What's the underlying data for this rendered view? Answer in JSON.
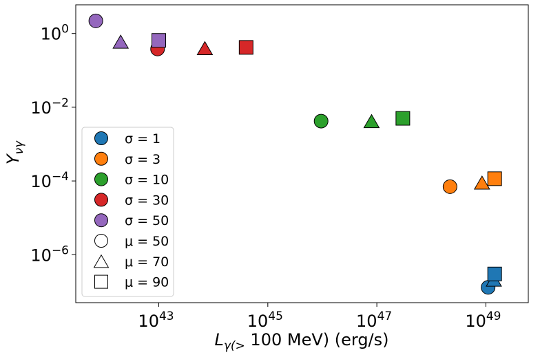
{
  "chart_data": {
    "type": "scatter",
    "xlabel": "L_γ(> 100 MeV) (erg/s)",
    "ylabel": "Y_νγ",
    "xscale": "log",
    "yscale": "log",
    "xlim": [
      3e+41,
      6e+49
    ],
    "ylim": [
      5e-08,
      6
    ],
    "x_ticks": [
      {
        "value": 1e+43,
        "base": "10",
        "exp": "43"
      },
      {
        "value": 1e+45,
        "base": "10",
        "exp": "45"
      },
      {
        "value": 1e+47,
        "base": "10",
        "exp": "47"
      },
      {
        "value": 1e+49,
        "base": "10",
        "exp": "49"
      }
    ],
    "y_ticks": [
      {
        "value": 1,
        "base": "10",
        "exp": "0"
      },
      {
        "value": 0.01,
        "base": "10",
        "exp": "−2"
      },
      {
        "value": 0.0001,
        "base": "10",
        "exp": "−4"
      },
      {
        "value": 1e-06,
        "base": "10",
        "exp": "−6"
      }
    ],
    "grid": false,
    "legend_position": "center-left",
    "sigma_colors": {
      "1": "#1f77b4",
      "3": "#ff7f0e",
      "10": "#2ca02c",
      "30": "#d62728",
      "50": "#9467bd"
    },
    "mu_markers": {
      "50": "circle",
      "70": "triangle",
      "90": "square"
    },
    "points": [
      {
        "sigma": 1,
        "mu": 50,
        "x": 1.1e+49,
        "y": 1.3e-07
      },
      {
        "sigma": 1,
        "mu": 70,
        "x": 1.4e+49,
        "y": 2.1e-07
      },
      {
        "sigma": 1,
        "mu": 90,
        "x": 1.45e+49,
        "y": 3e-07
      },
      {
        "sigma": 3,
        "mu": 50,
        "x": 2.2e+48,
        "y": 7e-05
      },
      {
        "sigma": 3,
        "mu": 70,
        "x": 8.5e+48,
        "y": 9e-05
      },
      {
        "sigma": 3,
        "mu": 90,
        "x": 1.45e+49,
        "y": 0.000115
      },
      {
        "sigma": 10,
        "mu": 50,
        "x": 9.5e+45,
        "y": 0.0042
      },
      {
        "sigma": 10,
        "mu": 70,
        "x": 8e+46,
        "y": 0.0042
      },
      {
        "sigma": 10,
        "mu": 90,
        "x": 3e+47,
        "y": 0.005
      },
      {
        "sigma": 30,
        "mu": 50,
        "x": 9.5e+42,
        "y": 0.38
      },
      {
        "sigma": 30,
        "mu": 70,
        "x": 7e+43,
        "y": 0.4
      },
      {
        "sigma": 30,
        "mu": 90,
        "x": 4e+44,
        "y": 0.42
      },
      {
        "sigma": 50,
        "mu": 50,
        "x": 7e+41,
        "y": 2.2
      },
      {
        "sigma": 50,
        "mu": 70,
        "x": 2e+42,
        "y": 0.6
      },
      {
        "sigma": 50,
        "mu": 90,
        "x": 1e+43,
        "y": 0.65
      }
    ],
    "legend": [
      {
        "label": "σ = 1",
        "marker": "circle",
        "color": "#1f77b4"
      },
      {
        "label": "σ = 3",
        "marker": "circle",
        "color": "#ff7f0e"
      },
      {
        "label": "σ = 10",
        "marker": "circle",
        "color": "#2ca02c"
      },
      {
        "label": "σ = 30",
        "marker": "circle",
        "color": "#d62728"
      },
      {
        "label": "σ = 50",
        "marker": "circle",
        "color": "#9467bd"
      },
      {
        "label": "μ = 50",
        "marker": "circle",
        "color": "#ffffff"
      },
      {
        "label": "μ = 70",
        "marker": "triangle",
        "color": "#ffffff"
      },
      {
        "label": "μ = 90",
        "marker": "square",
        "color": "#ffffff"
      }
    ]
  }
}
